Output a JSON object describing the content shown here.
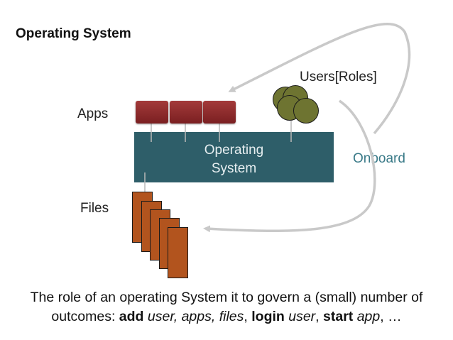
{
  "title": "Operating System",
  "labels": {
    "apps": "Apps",
    "files": "Files",
    "users": "Users[Roles]",
    "onboard": "Onboard"
  },
  "os_box": {
    "text": "Operating\nSystem"
  },
  "colors": {
    "os_box": "#2e5e69",
    "app_block": "#8b2a2c",
    "file": "#b2541e",
    "user": "#6e7431",
    "onboard": "#3a7a88",
    "arrow": "#c9c9c9"
  },
  "caption": {
    "line1": "The role of an operating System it to govern a (small) number of",
    "line2_prefix": "outcomes: ",
    "add": "add",
    "add_objects": " user, apps, files",
    "sep1": ", ",
    "login": "login",
    "login_object": " user",
    "sep2": ", ",
    "start": "start",
    "start_object": " app",
    "tail": ", …"
  }
}
